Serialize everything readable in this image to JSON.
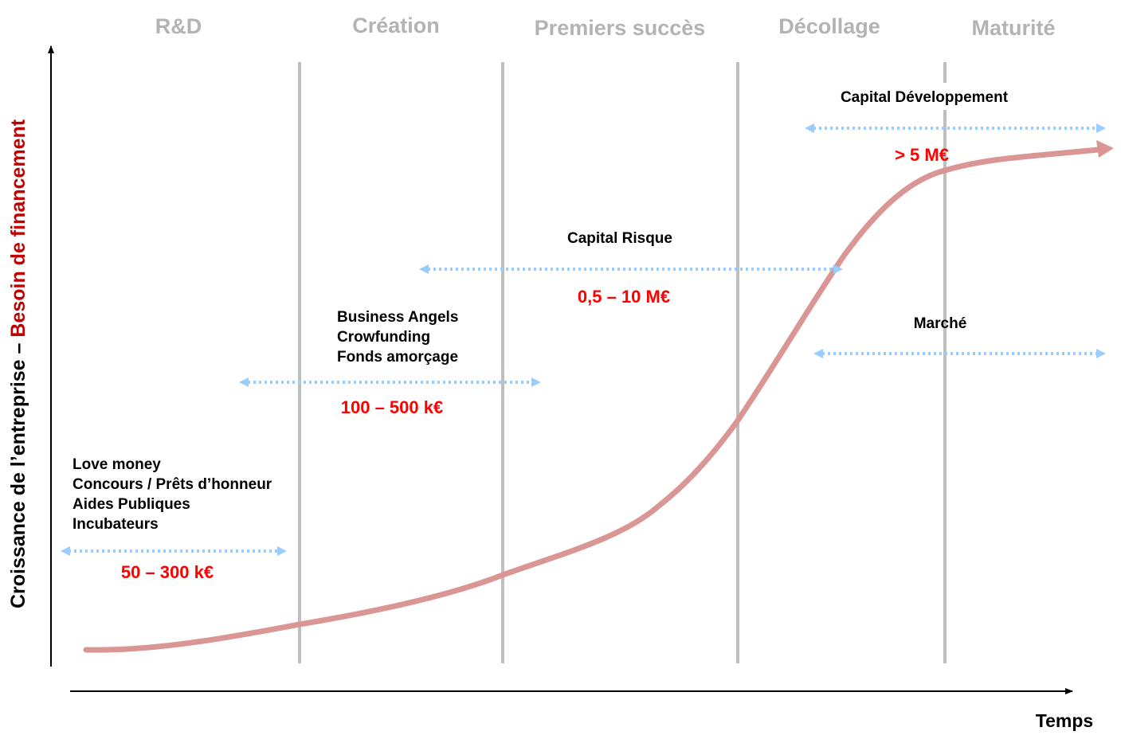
{
  "phases": [
    "R&D",
    "Création",
    "Premiers succès",
    "Décollage",
    "Maturité"
  ],
  "y_axis": {
    "label_part1": "Croissance de l’entreprise – ",
    "label_part2": "Besoin de financement"
  },
  "x_axis": {
    "label": "Temps"
  },
  "funding": [
    {
      "lines": [
        "Love money",
        "Concours / Prêts d’honneur",
        "Aides Publiques",
        "Incubateurs"
      ],
      "amount": "50 – 300 k€"
    },
    {
      "lines": [
        "Business Angels",
        "Crowfunding",
        "Fonds amorçage"
      ],
      "amount": "100 – 500 k€"
    },
    {
      "lines": [
        "Capital Risque"
      ],
      "amount": "0,5 – 10 M€"
    },
    {
      "lines": [
        "Marché"
      ],
      "amount": ""
    },
    {
      "lines": [
        "Capital Développement"
      ],
      "amount": "> 5 M€"
    }
  ],
  "colors": {
    "curve": "#d99694",
    "range_arrows": "#99ccff",
    "phase_dividers": "#bfbfbf",
    "amount_text": "#ff0000",
    "phase_text": "#b3b3b3",
    "y_axis_highlight": "#c00000"
  }
}
